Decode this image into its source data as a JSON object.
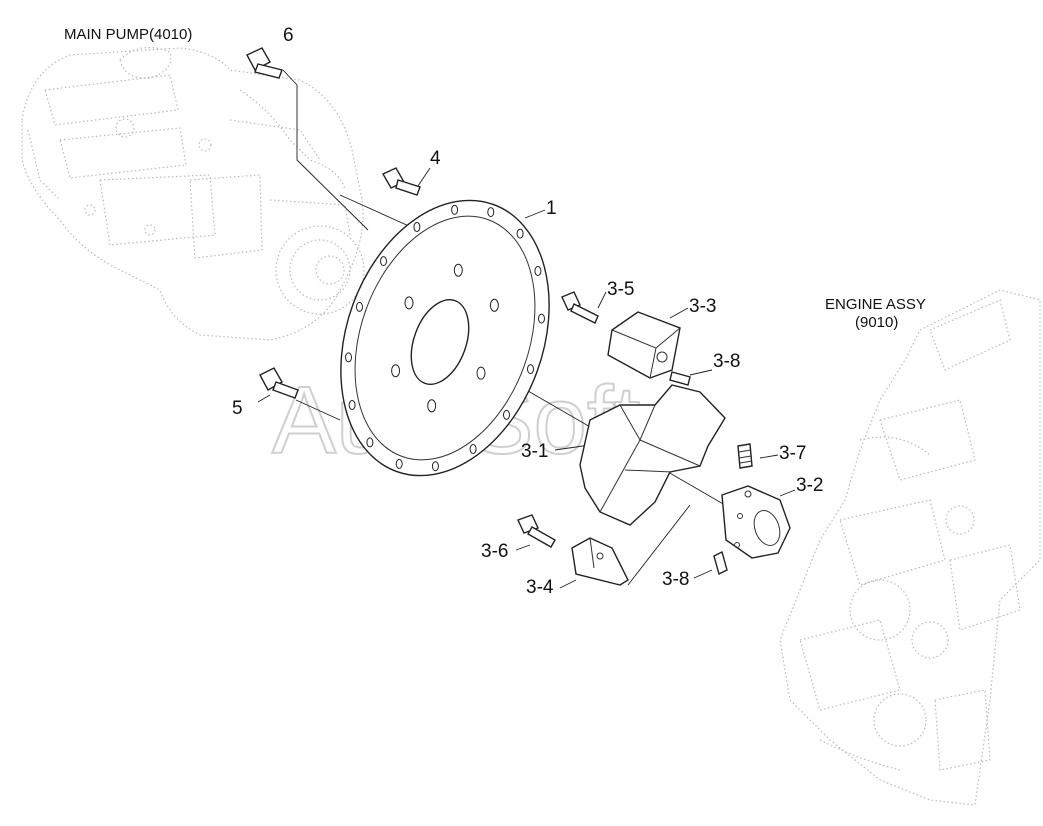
{
  "captions": {
    "main_pump": "MAIN PUMP(4010)",
    "engine_assy_line1": "ENGINE ASSY",
    "engine_assy_line2": "(9010)"
  },
  "watermark": "AutoSoft",
  "callouts": {
    "p1": "1",
    "p3_1": "3-1",
    "p3_2": "3-2",
    "p3_3": "3-3",
    "p3_4": "3-4",
    "p3_5": "3-5",
    "p3_6": "3-6",
    "p3_7": "3-7",
    "p3_8a": "3-8",
    "p3_8b": "3-8",
    "p4": "4",
    "p5": "5",
    "p6": "6"
  }
}
